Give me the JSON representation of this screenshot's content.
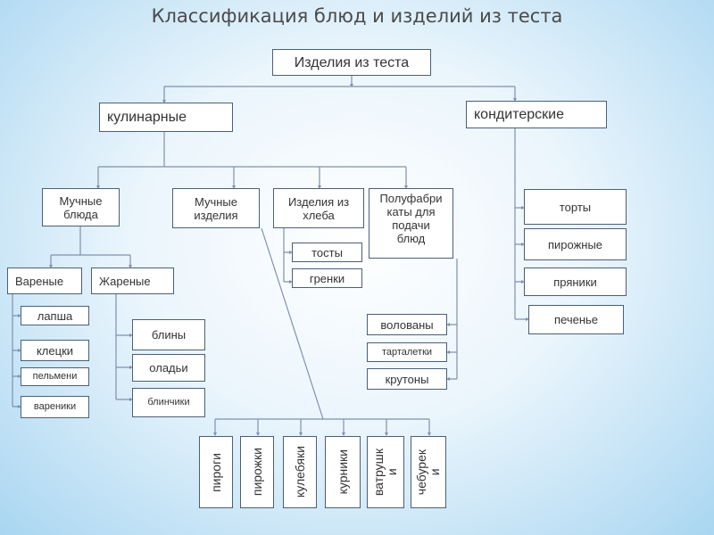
{
  "title": "Классификация блюд и изделий из теста",
  "diagram": {
    "root": "Изделия из теста",
    "culinary": {
      "label": "кулинарные",
      "flour_dishes": {
        "label": "Мучные\nблюда",
        "boiled": {
          "label": "Вареные",
          "items": [
            "лапша",
            "клецки",
            "пельмени",
            "вареники"
          ]
        },
        "fried": {
          "label": "Жареные",
          "items": [
            "блины",
            "оладьи",
            "блинчики"
          ]
        }
      },
      "flour_products": {
        "label": "Мучные\nизделия",
        "items": [
          "пироги",
          "пирожки",
          "кулебяки",
          "курники",
          "ватрушк\nи",
          "чебурек\nи"
        ]
      },
      "bread_products": {
        "label": "Изделия из\nхлеба",
        "items": [
          "тосты",
          "гренки"
        ]
      },
      "semi_finished": {
        "label": "Полуфабри\nкаты для\nподачи\nблюд",
        "items": [
          "волованы",
          "тарталетки",
          "крутоны"
        ]
      }
    },
    "confectionery": {
      "label": "кондитерские",
      "items": [
        "торты",
        "пирожные",
        "пряники",
        "печенье"
      ]
    }
  },
  "colors": {
    "line": "#4b5f77",
    "connector": "#8090b0",
    "box_fill": "#ffffff"
  }
}
